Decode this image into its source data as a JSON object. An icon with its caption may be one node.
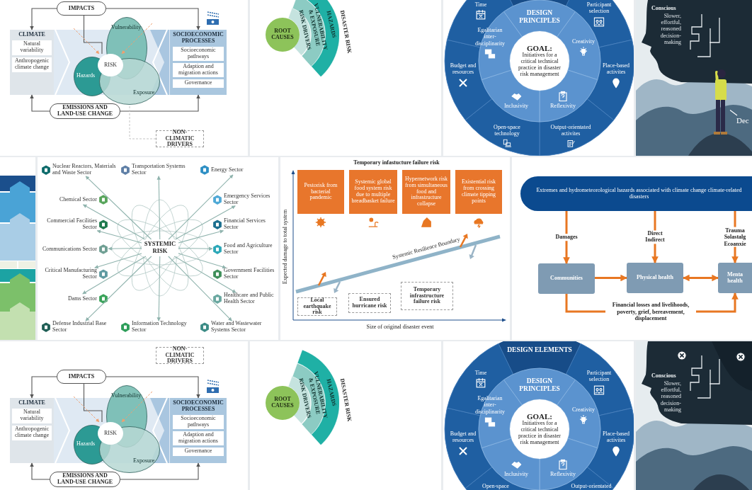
{
  "diagram": {
    "nodes": [
      {
        "text": [
          "IMPACTS"
        ]
      },
      {
        "text": [
          "CLIMATE"
        ]
      },
      {
        "text": [
          "Natural variability"
        ],
        "in": 1
      },
      {
        "text": [
          "Anthropogenic climate change"
        ],
        "in": 1
      },
      {
        "text": [
          "Vulnerability"
        ]
      },
      {
        "text": [
          "Hazards"
        ]
      },
      {
        "text": [
          "RISK"
        ]
      },
      {
        "text": [
          "Exposure"
        ]
      },
      {
        "text": [
          "SOCIOECONOMIC PROCESSES"
        ]
      },
      {
        "text": [
          "Socioeconomic pathways"
        ],
        "in": 8
      },
      {
        "text": [
          "Adaption and migration actions"
        ],
        "in": 8
      },
      {
        "text": [
          "Governance"
        ],
        "in": 8
      },
      {
        "text": [
          "EMISSIONS AND LAND-USE CHANGE"
        ]
      },
      {
        "text": [
          "NON-CLIMATIC DRIVERS"
        ]
      },
      {
        "text": [
          "ROOT CAUSES"
        ]
      },
      {
        "text": [
          "RISK DRIVERS"
        ]
      },
      {
        "text": [
          "VULNERABILITY & EXPOSURE"
        ]
      },
      {
        "text": [
          "HAZARDS"
        ],
        "beside": [
          "DISASTER RISK"
        ]
      },
      {
        "text": [
          "Time"
        ]
      },
      {
        "text": [
          "Participant selection"
        ]
      },
      {
        "text": [
          "Budget and resources"
        ]
      },
      {
        "text": [
          "Place-based activites"
        ]
      },
      {
        "text": [
          "Open-space technology"
        ]
      },
      {
        "text": [
          "Output-orientated activites"
        ]
      },
      {
        "text": [
          "DESIGN PRINCIPLES"
        ]
      },
      {
        "text": [
          "Egalitarian inter-disciplinarity"
        ]
      },
      {
        "text": [
          "Creativity"
        ]
      },
      {
        "text": [
          "Inclusivity"
        ]
      },
      {
        "text": [
          "Reflexivity"
        ]
      },
      {
        "text": [
          "GOAL:",
          "Initiatives for a critical technical practice in disaster risk management"
        ]
      },
      {
        "text": [
          "Dec"
        ]
      },
      {
        "text": [],
        "shape": "person"
      },
      {
        "text": [
          "SYSTEMIC RISK"
        ]
      },
      {
        "text": [
          "Nuclear Reactors, Materials and Waste Sector"
        ]
      },
      {
        "text": [
          "Transportation Systems Sector"
        ]
      },
      {
        "text": [
          "Energy Sector"
        ]
      },
      {
        "text": [
          "Chemical Sector"
        ]
      },
      {
        "text": [
          "Emergency Services Sector"
        ]
      },
      {
        "text": [
          "Commercial Facilities Sector"
        ]
      },
      {
        "text": [
          "Financial Services Sector"
        ]
      },
      {
        "text": [
          "Communications Sector"
        ]
      },
      {
        "text": [
          "Food and Agriculture Sector"
        ]
      },
      {
        "text": [
          "Critical Manufacturing Sector"
        ]
      },
      {
        "text": [
          "Government Facilities Sector"
        ]
      },
      {
        "text": [
          "Dams Sector"
        ]
      },
      {
        "text": [
          "Healthcare and Public Health Sector"
        ]
      },
      {
        "text": [
          "Defense Industrial Base Sector"
        ]
      },
      {
        "text": [
          "Information Technology Sector"
        ]
      },
      {
        "text": [
          "Water and Wastewater Systems Sector"
        ]
      },
      {
        "text": [
          "Pestorisk from bacterial pandemic"
        ]
      },
      {
        "text": [
          "Systemic global food system risk due to multiple breadbasket failure"
        ]
      },
      {
        "text": [
          "Hypernetwork risk from simultaneous food and infrastructure collapse"
        ]
      },
      {
        "text": [
          "Existential risk from crossing climate tipping points"
        ]
      },
      {
        "text": [
          "Local earthquake risk"
        ]
      },
      {
        "text": [
          "Ensured hurricane risk"
        ]
      },
      {
        "text": [
          "Temporary infrastructure failure risk"
        ]
      },
      {
        "text": [
          "Extremes and hydrometeorological hazards associated with climate change climate-related disasters"
        ]
      },
      {
        "text": [
          "Communities"
        ]
      },
      {
        "text": [
          "Physical health"
        ]
      },
      {
        "text": [
          "Menta health"
        ]
      },
      {
        "text": [
          "NON-CLIMATIC DRIVERS"
        ]
      },
      {
        "text": [
          "IMPACTS"
        ]
      },
      {
        "text": [
          "CLIMATE"
        ]
      },
      {
        "text": [
          "Natural variability"
        ],
        "in": 62
      },
      {
        "text": [
          "Anthropogenic climate change"
        ],
        "in": 62
      },
      {
        "text": [
          "Vulnerability"
        ]
      },
      {
        "text": [
          "Hazards"
        ]
      },
      {
        "text": [
          "RISK"
        ]
      },
      {
        "text": [
          "Exposure"
        ]
      },
      {
        "text": [
          "SOCIOECONOMIC PROCESSES"
        ]
      },
      {
        "text": [
          "Socioeconomic pathways"
        ],
        "in": 69
      },
      {
        "text": [
          "Adaption and migration actions"
        ],
        "in": 69
      },
      {
        "text": [
          "Governance"
        ],
        "in": 69
      },
      {
        "text": [
          "EMISSIONS AND LAND-USE CHANGE"
        ]
      },
      {
        "text": [
          "ROOT CAUSES"
        ]
      },
      {
        "text": [
          "RISK DRIVERS"
        ]
      },
      {
        "text": [
          "VULNERABILITY & EXPOSURE"
        ]
      },
      {
        "text": [
          "HAZARDS"
        ],
        "beside": [
          "DISASTER RISK"
        ]
      },
      {
        "text": [
          "DESIGN ELEMENTS"
        ]
      },
      {
        "text": [
          "Time"
        ]
      },
      {
        "text": [
          "Participant selection"
        ]
      },
      {
        "text": [
          "DESIGN PRINCIPLES"
        ]
      },
      {
        "text": [
          "Egalitarian inter-disciplinarity"
        ]
      },
      {
        "text": [
          "Creativity"
        ]
      },
      {
        "text": [
          "Budget and resources"
        ]
      },
      {
        "text": [
          "Place-based activites"
        ]
      },
      {
        "text": [
          "GOAL:",
          "Initiatives for a critical technical practice in disaster risk management"
        ]
      },
      {
        "text": [
          "Inclusivity"
        ]
      },
      {
        "text": [
          "Reflexivity"
        ]
      },
      {
        "text": [
          "Open-space"
        ]
      },
      {
        "text": [
          "Output-orientated"
        ]
      }
    ],
    "edges": [
      {
        "from": 0,
        "to": 1,
        "arrow": "to",
        "color": "#555555"
      },
      {
        "from": 0,
        "to": 8,
        "arrow": "to",
        "color": "#555555"
      },
      {
        "from": 12,
        "to": 1,
        "arrow": "to",
        "color": "#555555"
      },
      {
        "from": 12,
        "to": 8,
        "arrow": "to",
        "color": "#555555"
      },
      {
        "from": 6,
        "to": 0,
        "arrow": "none",
        "color": "#555555"
      },
      {
        "from": 13,
        "to": 7,
        "arrow": "none",
        "style": "dashed",
        "color": "#c4c4c4"
      },
      {
        "from": null,
        "to": 6,
        "arrow": "to",
        "style": "dashed",
        "color": "#f0a070"
      },
      {
        "from": null,
        "to": 6,
        "arrow": "to",
        "style": "dashed",
        "color": "#f0a070"
      },
      {
        "from": 30,
        "to": 31,
        "arrow": "none",
        "color": "#ffffff"
      },
      {
        "from": 32,
        "to": 33,
        "arrow": "to"
      },
      {
        "from": 32,
        "to": 34,
        "arrow": "to"
      },
      {
        "from": 32,
        "to": 35,
        "arrow": "to"
      },
      {
        "from": 32,
        "to": 36,
        "arrow": "to"
      },
      {
        "from": 32,
        "to": 37,
        "arrow": "to"
      },
      {
        "from": 32,
        "to": 38,
        "arrow": "to"
      },
      {
        "from": 32,
        "to": 39,
        "arrow": "to"
      },
      {
        "from": 32,
        "to": 40,
        "arrow": "to"
      },
      {
        "from": 32,
        "to": 41,
        "arrow": "to"
      },
      {
        "from": 32,
        "to": 42,
        "arrow": "to"
      },
      {
        "from": 32,
        "to": 43,
        "arrow": "to"
      },
      {
        "from": 32,
        "to": 44,
        "arrow": "to"
      },
      {
        "from": 32,
        "to": 45,
        "arrow": "to"
      },
      {
        "from": 32,
        "to": 46,
        "arrow": "to"
      },
      {
        "from": 32,
        "to": 47,
        "arrow": "to"
      },
      {
        "from": 32,
        "to": 48,
        "arrow": "to"
      },
      {
        "from": 56,
        "to": 57,
        "arrow": "to",
        "label": "Damages",
        "style": "thick",
        "color": "#e87722"
      },
      {
        "from": 56,
        "to": 58,
        "arrow": "to",
        "label": "Direct Indirect",
        "style": "thick",
        "color": "#e87722"
      },
      {
        "from": 56,
        "to": 59,
        "arrow": "to",
        "label": "Trauma Solastalg Ecoanxie",
        "style": "thick",
        "color": "#e87722"
      },
      {
        "from": 57,
        "to": 58,
        "arrow": "to",
        "style": "thick",
        "color": "#e87722"
      },
      {
        "from": 58,
        "to": 59,
        "arrow": "both",
        "style": "thick",
        "color": "#e87722"
      },
      {
        "from": 57,
        "to": 59,
        "arrow": "to",
        "label": "Financial losses and livelihoods, poverty, grief, bereavement, displacement",
        "style": "thick",
        "color": "#e87722"
      },
      {
        "from": 61,
        "to": 62,
        "arrow": "to",
        "color": "#555555"
      },
      {
        "from": 61,
        "to": 69,
        "arrow": "to",
        "color": "#555555"
      },
      {
        "from": 73,
        "to": 62,
        "arrow": "to",
        "color": "#555555"
      },
      {
        "from": 73,
        "to": 69,
        "arrow": "to",
        "color": "#555555"
      },
      {
        "from": 67,
        "to": 61,
        "arrow": "none",
        "color": "#555555"
      },
      {
        "from": null,
        "to": 67,
        "arrow": "to",
        "style": "dashed",
        "color": "#f0a070"
      },
      {
        "from": null,
        "to": 67,
        "arrow": "to",
        "style": "dashed",
        "color": "#f0a070"
      }
    ],
    "labels": [
      "Conscious",
      "Slower, effortful, reasoned decision-making",
      "Temporary infastucture failure risk",
      "Expected damage to total system",
      "Systemic Resilience Boundary",
      "Size of original disaster event",
      "Conscious",
      "Slower, effortful, reasoned decision-making"
    ]
  }
}
